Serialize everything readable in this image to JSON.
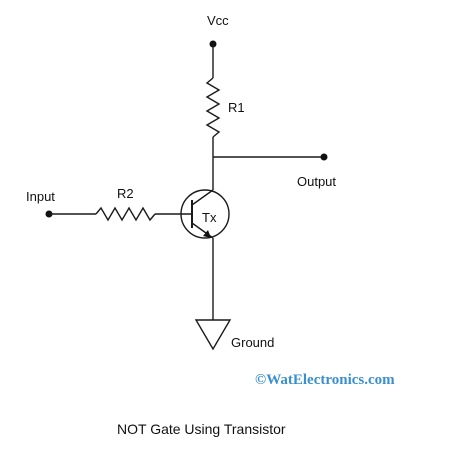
{
  "diagram": {
    "labels": {
      "vcc": "Vcc",
      "r1": "R1",
      "r2": "R2",
      "input": "Input",
      "output": "Output",
      "transistor": "Tx",
      "ground": "Ground"
    },
    "watermark": "©WatElectronics.com",
    "caption": "NOT Gate Using Transistor",
    "colors": {
      "line": "#1a1a1a",
      "watermark": "#3a8fd0"
    }
  }
}
